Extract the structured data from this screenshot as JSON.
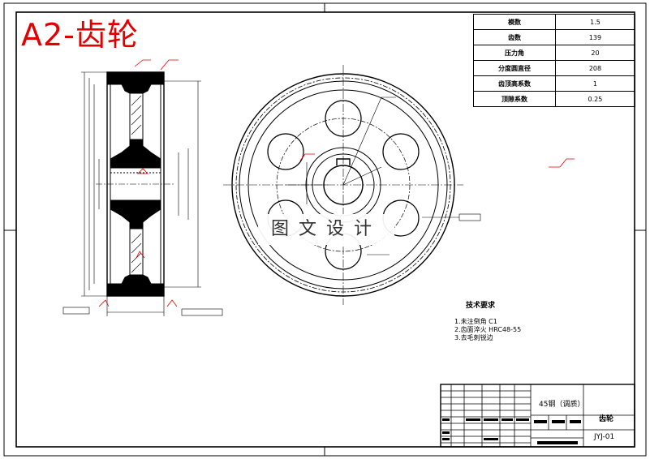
{
  "title": "A2-齿轮",
  "params": [
    {
      "k": "模数",
      "v": "1.5"
    },
    {
      "k": "齿数",
      "v": "139"
    },
    {
      "k": "压力角",
      "v": "20"
    },
    {
      "k": "分度圆直径",
      "v": "208"
    },
    {
      "k": "齿顶高系数",
      "v": "1"
    },
    {
      "k": "顶隙系数",
      "v": "0.25"
    }
  ],
  "watermark": "图文设计",
  "tech": {
    "heading": "技术要求",
    "items": [
      "1.未注倒角 C1",
      "2.齿面淬火 HRC48-55",
      "3.去毛刺锐边"
    ]
  },
  "titleblock": {
    "material": "45钢（调质）",
    "part_name": "齿轮",
    "drawing_no": "JYJ-01"
  },
  "colors": {
    "accent": "#e00000",
    "line": "#000000"
  }
}
